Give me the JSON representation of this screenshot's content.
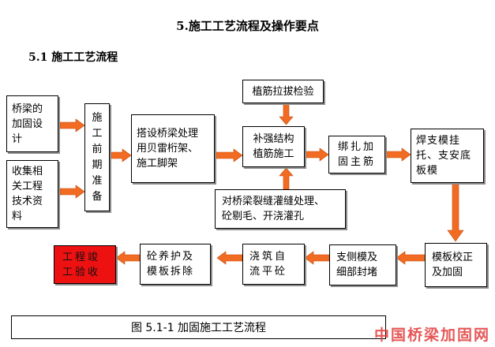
{
  "doc": {
    "title": "5.施工工艺流程及操作要点",
    "subtitle": "5.1 施工工艺流程",
    "caption": "图 5.1-1   加固施工工艺流程",
    "watermark": "中国桥梁加固网"
  },
  "flow": {
    "design": [
      "桥梁的",
      "加固设",
      "计"
    ],
    "collect": [
      "收集相",
      "关工程",
      "技术资",
      "料"
    ],
    "prep": [
      "施",
      "工",
      "前",
      "期",
      "准",
      "备"
    ],
    "bridge": [
      "搭设桥梁处理",
      "用贝雷桁架、",
      "施工脚架"
    ],
    "pull_test": "植筋拉拔检验",
    "reinforce": [
      "补强结构",
      "植筋施工"
    ],
    "crack": [
      "对桥梁裂缝灌缝处理、",
      "砼剔毛、开浇灌孔"
    ],
    "bind": [
      "绑扎加",
      "固主筋"
    ],
    "weld": [
      "焊支模挂",
      "托、支安底",
      "板模"
    ],
    "adjust": [
      "模板校正",
      "及加固"
    ],
    "side": [
      "支侧模及",
      "细部封堵"
    ],
    "pour": [
      "浇筑自",
      "流平砼"
    ],
    "cure": [
      "砼养护及",
      "模板拆除"
    ],
    "accept": [
      "工程竣",
      "工验收"
    ]
  },
  "colors": {
    "arrow": "#f26b22",
    "arrow_stroke": "#c44a0c",
    "accept_bg": "#ee1111",
    "watermark": "#e23a3a"
  }
}
